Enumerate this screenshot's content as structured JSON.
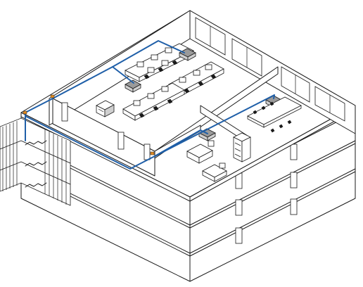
{
  "diagram": {
    "kind": "isometric office floor network layout",
    "colors": {
      "line": "#1a1a1a",
      "network_cable": "#1f5fa8",
      "network_jack": "#e38a1f",
      "router_fill": "#9a9a9a"
    },
    "components": [
      "external-staircase",
      "open-office-workstations",
      "printer",
      "meeting-room-table",
      "server-room-racks",
      "network-routers",
      "network-cabling"
    ]
  }
}
